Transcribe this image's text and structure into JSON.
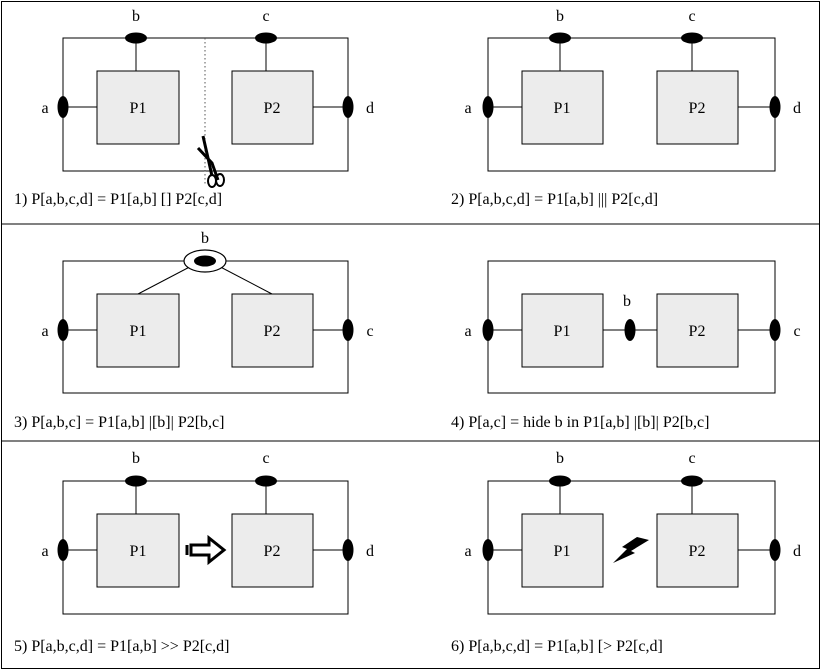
{
  "panels": [
    {
      "caption": "1) P[a,b,c,d] = P1[a,b] [] P2[c,d]",
      "p1": "P1",
      "p2": "P2",
      "gates": [
        "a",
        "b",
        "c",
        "d"
      ]
    },
    {
      "caption": "2) P[a,b,c,d] = P1[a,b] ||| P2[c,d]",
      "p1": "P1",
      "p2": "P2",
      "gates": [
        "a",
        "b",
        "c",
        "d"
      ]
    },
    {
      "caption": "3) P[a,b,c] = P1[a,b] |[b]| P2[b,c]",
      "p1": "P1",
      "p2": "P2",
      "gates": [
        "a",
        "b",
        "c"
      ]
    },
    {
      "caption": "4) P[a,c] = hide b in P1[a,b] |[b]| P2[b,c]",
      "p1": "P1",
      "p2": "P2",
      "gates": [
        "a",
        "b",
        "c"
      ]
    },
    {
      "caption": "5) P[a,b,c,d] = P1[a,b] >> P2[c,d]",
      "p1": "P1",
      "p2": "P2",
      "gates": [
        "a",
        "b",
        "c",
        "d"
      ]
    },
    {
      "caption": "6) P[a,b,c,d] = P1[a,b] [> P2[c,d]",
      "p1": "P1",
      "p2": "P2",
      "gates": [
        "a",
        "b",
        "c",
        "d"
      ]
    }
  ],
  "colors": {
    "process_fill": "#ececec",
    "stroke": "#000000"
  },
  "icons": {
    "panel1": "scissors-icon",
    "panel5": "outline-arrow-icon",
    "panel6": "lightning-bolt-icon"
  }
}
